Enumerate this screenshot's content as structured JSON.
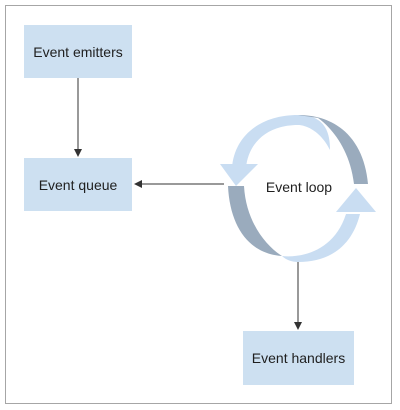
{
  "nodes": {
    "emitters": "Event emitters",
    "queue": "Event queue",
    "loop": "Event loop",
    "handlers": "Event handlers"
  },
  "colors": {
    "box_fill": "#cde0f1",
    "arc_light": "#c9ddf2",
    "arc_dark": "#9aabbd",
    "connector": "#333333",
    "frame_border": "#a6a6a6"
  }
}
